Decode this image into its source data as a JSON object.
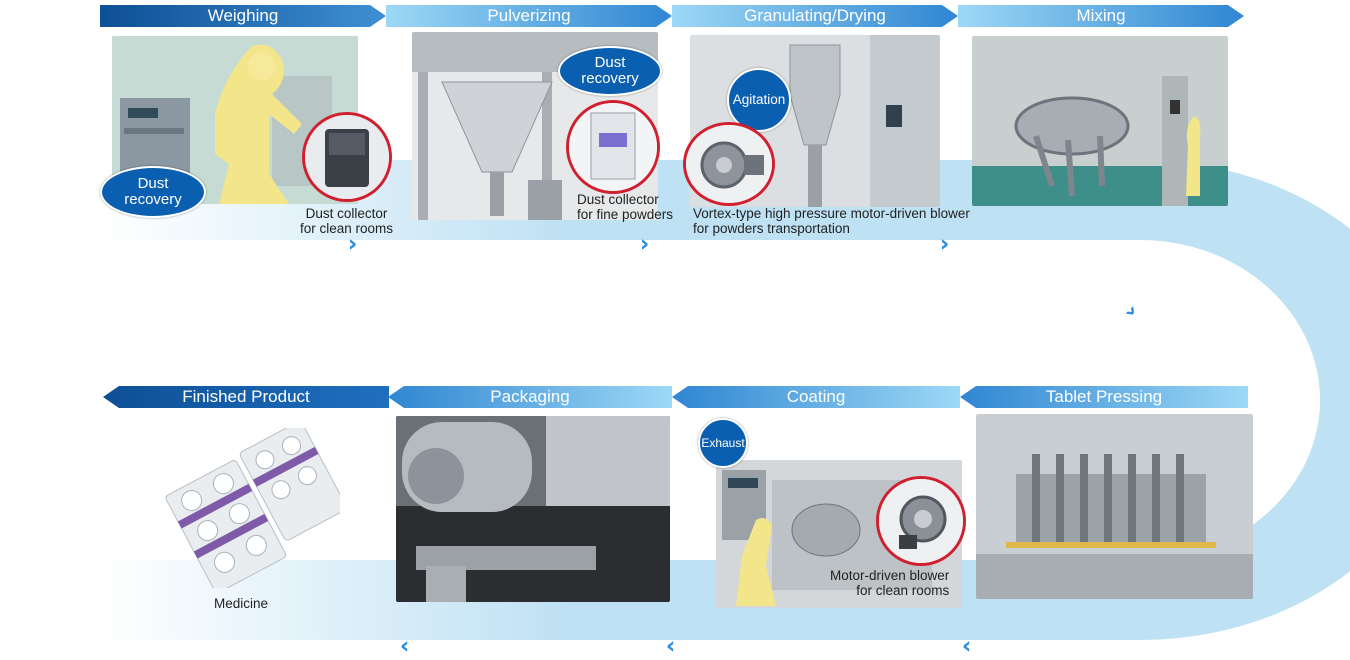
{
  "colors": {
    "banner_dark": "#0d4f95",
    "banner_light": "#8ed0f2",
    "flow_band": "#bfe1f4",
    "bubble": "#0b5fb0",
    "inset_ring": "#d02030"
  },
  "top_row": {
    "steps": [
      {
        "label": "Weighing"
      },
      {
        "label": "Pulverizing"
      },
      {
        "label": "Granulating/Drying"
      },
      {
        "label": "Mixing"
      }
    ]
  },
  "bottom_row": {
    "steps": [
      {
        "label": "Finished Product"
      },
      {
        "label": "Packaging"
      },
      {
        "label": "Coating"
      },
      {
        "label": "Tablet Pressing"
      }
    ]
  },
  "bubbles": {
    "weighing": "Dust\nrecovery",
    "pulverizing": "Dust\nrecovery",
    "granulating": "Agitation",
    "coating": "Exhaust"
  },
  "captions": {
    "weighing": "Dust collector\nfor clean rooms",
    "pulverizing": "Dust collector\nfor fine powders",
    "granulating": "Vortex-type high pressure motor-driven blower\nfor powders transportation",
    "coating": "Motor-driven blower\nfor clean rooms",
    "finished": "Medicine"
  },
  "flow_arrows": {
    "top": "›››",
    "right": "›››",
    "bottom": "‹‹‹"
  },
  "icons": {
    "weighing_inset": "dust-collector-icon",
    "pulverizing_inset": "fine-powder-collector-icon",
    "granulating_inset": "vortex-blower-icon",
    "coating_inset": "motor-blower-icon"
  }
}
